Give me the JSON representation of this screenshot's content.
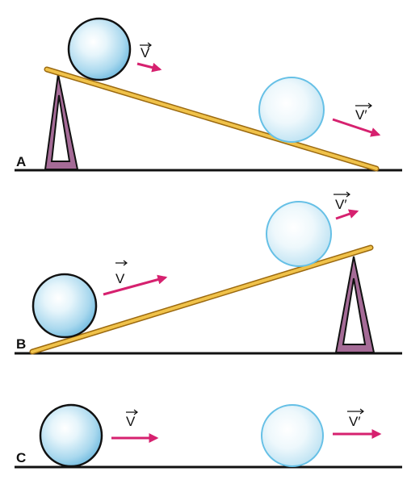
{
  "panels": [
    {
      "label": "A",
      "initial_velocity_label": "V",
      "final_velocity_label": "V′"
    },
    {
      "label": "B",
      "initial_velocity_label": "V",
      "final_velocity_label": "V′"
    },
    {
      "label": "C",
      "initial_velocity_label": "V",
      "final_velocity_label": "V′"
    }
  ],
  "colors": {
    "arrow": "#d6216f",
    "plank": "#f0c24a",
    "plank_edge": "#9c6a10",
    "support": "#a56b97",
    "ground": "#111111",
    "ball_fill": "#cfeaf6",
    "ball_light": "#ffffff",
    "ball_solid_outline": "#111111",
    "ball_faded_outline": "#66c0e6"
  }
}
